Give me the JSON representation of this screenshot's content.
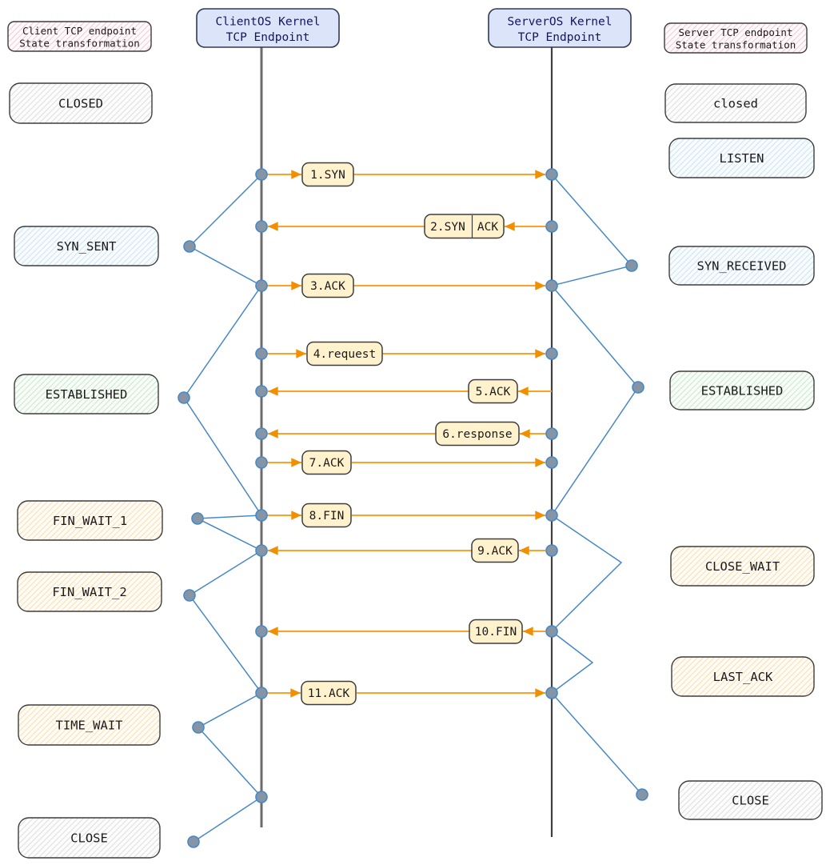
{
  "headers": {
    "client_state_header": {
      "line1": "Client TCP endpoint",
      "line2": "State transformation"
    },
    "client_kernel": {
      "line1": "ClientOS Kernel",
      "line2": "TCP Endpoint"
    },
    "server_kernel": {
      "line1": "ServerOS Kernel",
      "line2": "TCP Endpoint"
    },
    "server_state_header": {
      "line1": "Server TCP endpoint",
      "line2": "State transformation"
    }
  },
  "client_states": [
    {
      "label": "CLOSED",
      "tint": "gray"
    },
    {
      "label": "SYN_SENT",
      "tint": "blue"
    },
    {
      "label": "ESTABLISHED",
      "tint": "green"
    },
    {
      "label": "FIN_WAIT_1",
      "tint": "orange"
    },
    {
      "label": "FIN_WAIT_2",
      "tint": "orange"
    },
    {
      "label": "TIME_WAIT",
      "tint": "orange"
    },
    {
      "label": "CLOSE",
      "tint": "gray"
    }
  ],
  "server_states": [
    {
      "label": "closed",
      "tint": "gray"
    },
    {
      "label": "LISTEN",
      "tint": "blue"
    },
    {
      "label": "SYN_RECEIVED",
      "tint": "blue"
    },
    {
      "label": "ESTABLISHED",
      "tint": "green"
    },
    {
      "label": "CLOSE_WAIT",
      "tint": "orange"
    },
    {
      "label": "LAST_ACK",
      "tint": "orange"
    },
    {
      "label": "CLOSE",
      "tint": "gray"
    }
  ],
  "messages": [
    {
      "label": "1.SYN",
      "from": "client",
      "to": "server"
    },
    {
      "label": "2.SYN",
      "label2": "ACK",
      "from": "server",
      "to": "client"
    },
    {
      "label": "3.ACK",
      "from": "client",
      "to": "server"
    },
    {
      "label": "4.request",
      "from": "client",
      "to": "server"
    },
    {
      "label": "5.ACK",
      "from": "server",
      "to": "client"
    },
    {
      "label": "6.response",
      "from": "server",
      "to": "client"
    },
    {
      "label": "7.ACK",
      "from": "client",
      "to": "server"
    },
    {
      "label": "8.FIN",
      "from": "client",
      "to": "server"
    },
    {
      "label": "9.ACK",
      "from": "server",
      "to": "client"
    },
    {
      "label": "10.FIN",
      "from": "server",
      "to": "client"
    },
    {
      "label": "11.ACK",
      "from": "client",
      "to": "server"
    }
  ],
  "colors": {
    "arrow_orange": "#ffa126",
    "arrowhead_orange": "#f28f00",
    "transition_blue": "#4788c7",
    "dot_gray": "#8595a6",
    "message_box_fill": "#fff2cc",
    "kernel_box_fill": "#dce4f9",
    "kernel_text": "#141460"
  }
}
